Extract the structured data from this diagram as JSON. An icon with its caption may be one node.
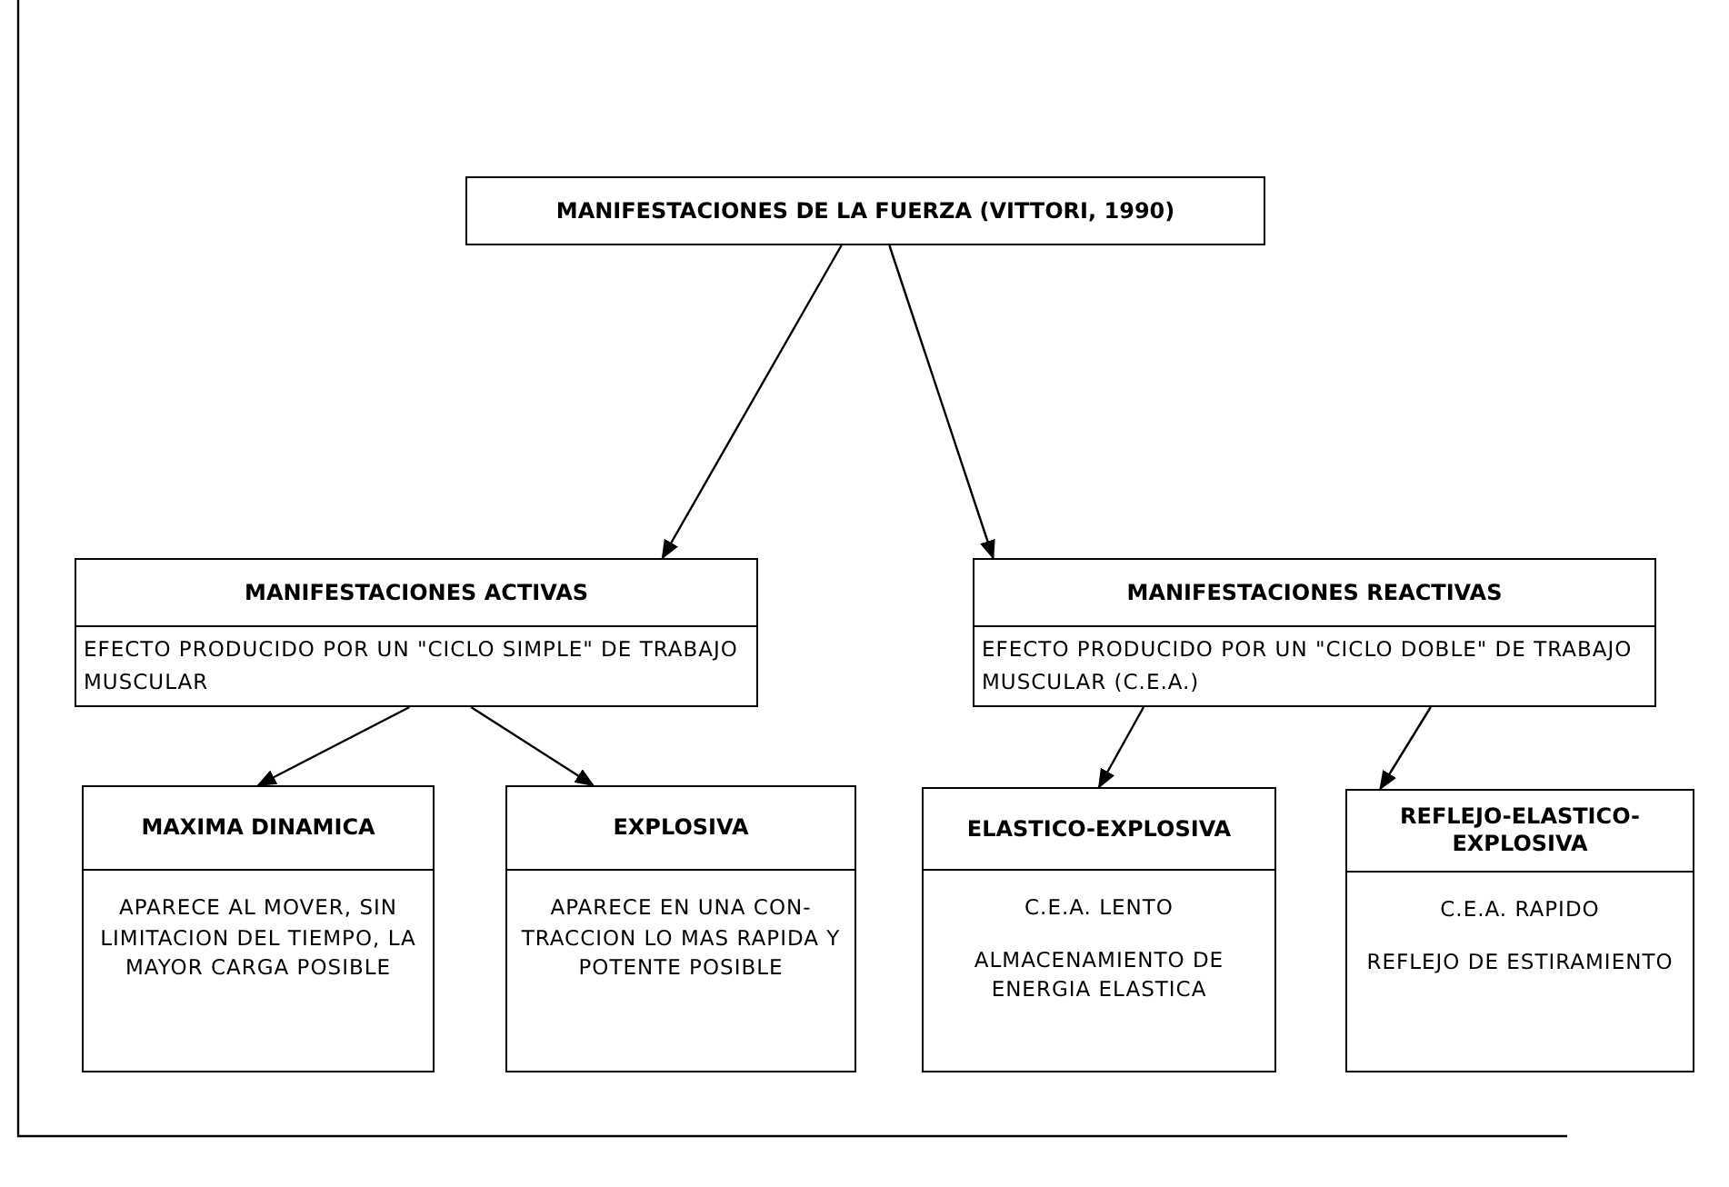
{
  "diagram": {
    "nodes": [
      {
        "text": [
          "MANIFESTACIONES DE LA FUERZA (VITTORI, 1990)"
        ]
      },
      {
        "text": [
          "MANIFESTACIONES ACTIVAS",
          "EFECTO PRODUCIDO POR UN \"CICLO SIMPLE\" DE TRABAJO MUSCULAR"
        ]
      },
      {
        "text": [
          "MANIFESTACIONES REACTIVAS",
          "EFECTO PRODUCIDO POR UN \"CICLO DOBLE\" DE TRABAJO MUSCULAR (C.E.A.)"
        ]
      },
      {
        "text": [
          "MAXIMA DINAMICA",
          "APARECE AL MOVER, SIN LIMITACION DEL TIEMPO, LA MAYOR CARGA POSIBLE"
        ]
      },
      {
        "text": [
          "EXPLOSIVA",
          "APARECE EN UNA CON- TRACCION LO MAS RAPIDA Y POTENTE POSIBLE"
        ]
      },
      {
        "text": [
          "ELASTICO-EXPLOSIVA",
          "C.E.A. LENTO",
          "ALMACENAMIENTO DE ENERGIA ELASTICA"
        ]
      },
      {
        "text": [
          "REFLEJO-ELASTICO-EXPLOSIVA",
          "C.E.A. RAPIDO",
          "REFLEJO DE ESTIRAMIENTO"
        ]
      }
    ],
    "edges": [
      {
        "from": 0,
        "to": 1,
        "arrow": "to"
      },
      {
        "from": 0,
        "to": 2,
        "arrow": "to"
      },
      {
        "from": 1,
        "to": 3,
        "arrow": "to"
      },
      {
        "from": 1,
        "to": 4,
        "arrow": "to"
      },
      {
        "from": 2,
        "to": 5,
        "arrow": "to"
      },
      {
        "from": 2,
        "to": 6,
        "arrow": "to"
      }
    ]
  }
}
